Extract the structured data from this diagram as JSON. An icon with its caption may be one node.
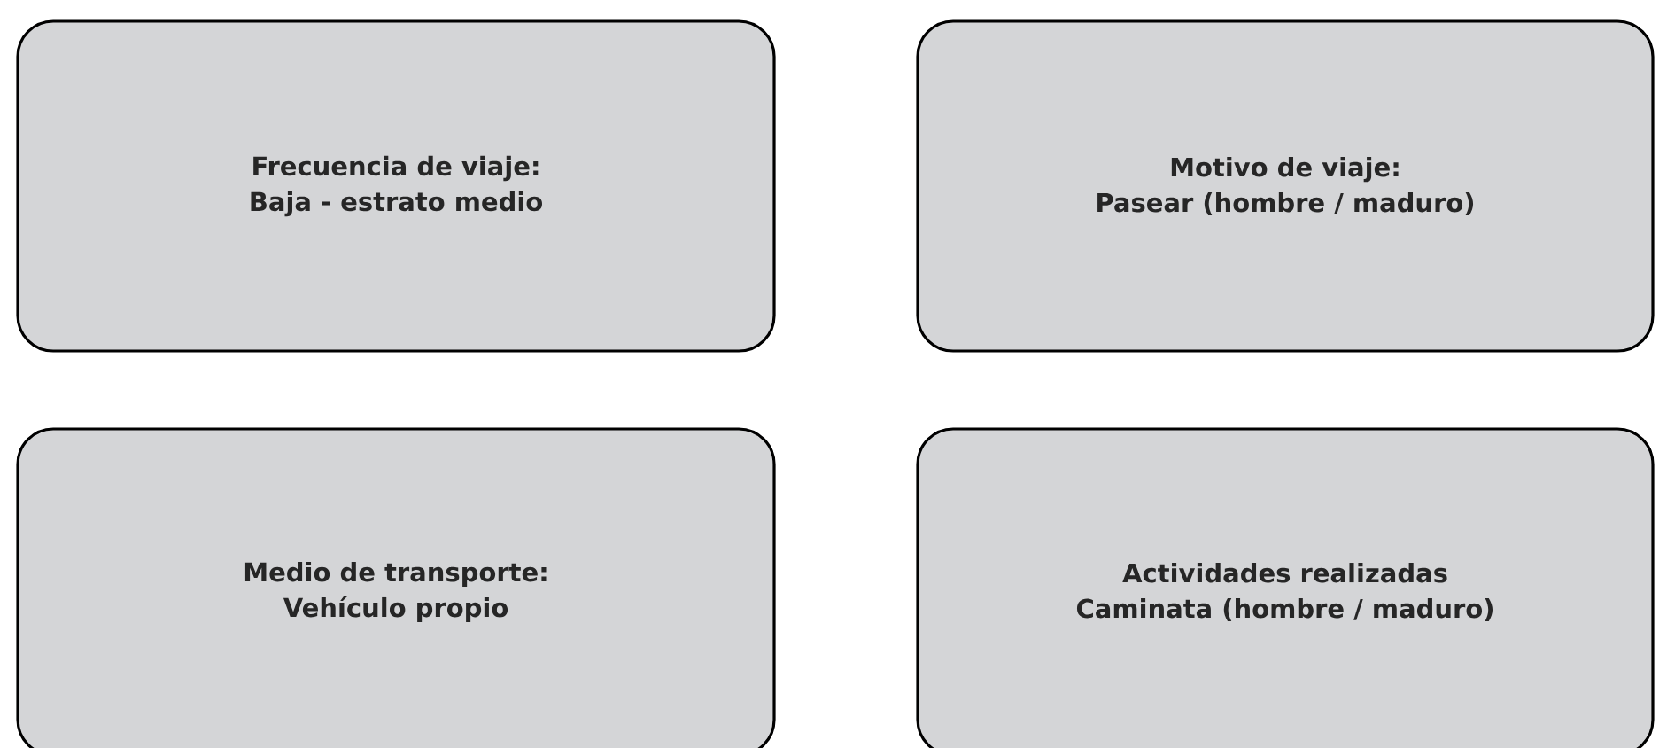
{
  "diagram": {
    "nodes": [
      {
        "text": [
          "Frecuencia de viaje:",
          "Baja - estrato medio"
        ]
      },
      {
        "text": [
          "Motivo de viaje:",
          "Pasear (hombre / maduro)"
        ]
      },
      {
        "text": [
          "Medio de transporte:",
          "Vehículo propio"
        ]
      },
      {
        "text": [
          "Actividades realizadas",
          "Caminata (hombre / maduro)"
        ]
      }
    ]
  }
}
